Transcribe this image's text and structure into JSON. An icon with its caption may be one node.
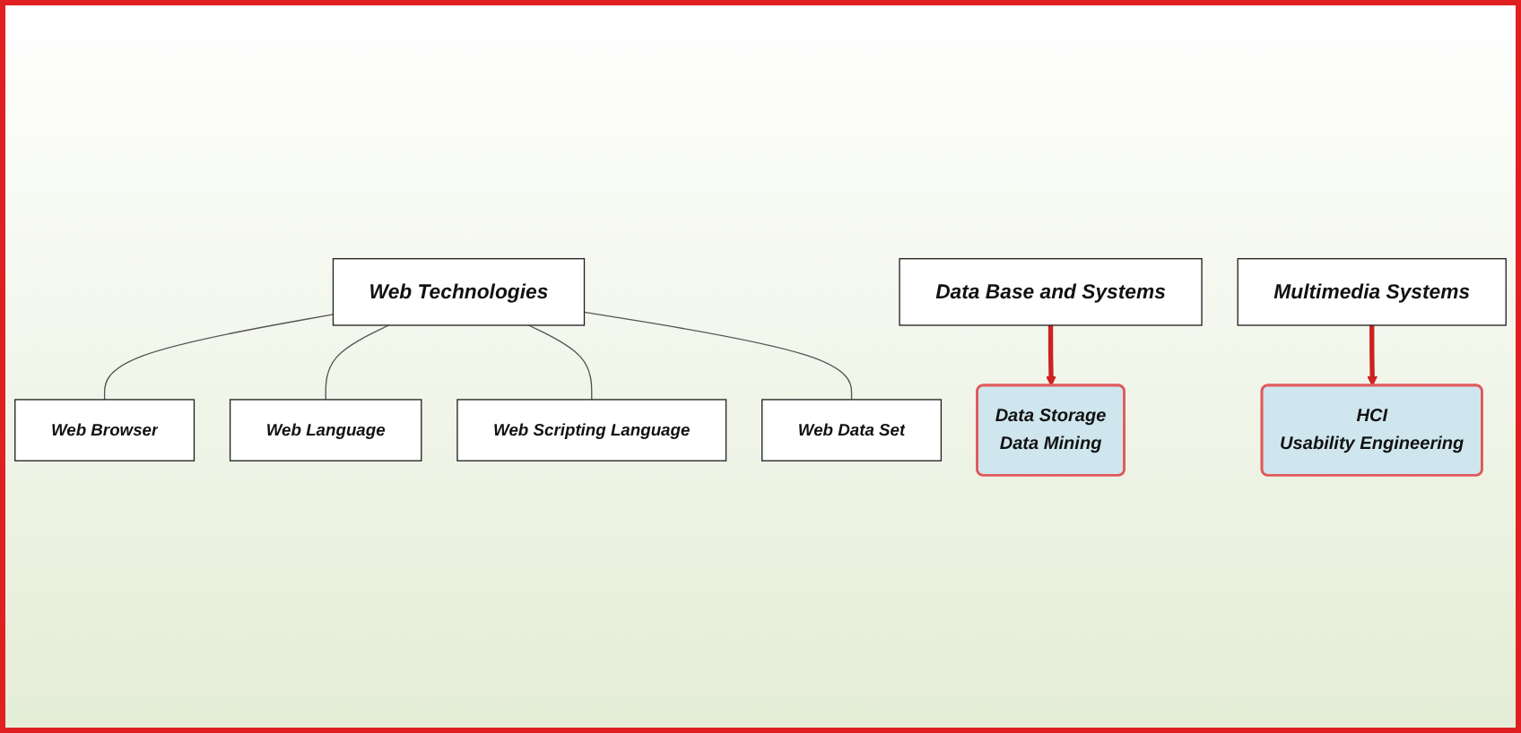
{
  "diagram": {
    "nodes": [
      {
        "text": [
          "Web Technologies"
        ]
      },
      {
        "text": [
          "Web Browser"
        ]
      },
      {
        "text": [
          "Web Language"
        ]
      },
      {
        "text": [
          "Web Scripting Language"
        ]
      },
      {
        "text": [
          "Web Data Set"
        ]
      },
      {
        "text": [
          "Data Base and Systems"
        ]
      },
      {
        "text": [
          "Data Storage",
          "Data Mining"
        ]
      },
      {
        "text": [
          "Multimedia Systems"
        ]
      },
      {
        "text": [
          "HCI",
          "Usability Engineering"
        ]
      }
    ],
    "edges": [
      {
        "from": 0,
        "to": 1,
        "arrow": "none"
      },
      {
        "from": 0,
        "to": 2,
        "arrow": "none"
      },
      {
        "from": 0,
        "to": 3,
        "arrow": "none"
      },
      {
        "from": 0,
        "to": 4,
        "arrow": "none"
      },
      {
        "from": 5,
        "to": 6,
        "arrow": "to",
        "style": "thick",
        "color": "#cc2222"
      },
      {
        "from": 7,
        "to": 8,
        "arrow": "to",
        "style": "thick",
        "color": "#cc2222"
      }
    ]
  }
}
